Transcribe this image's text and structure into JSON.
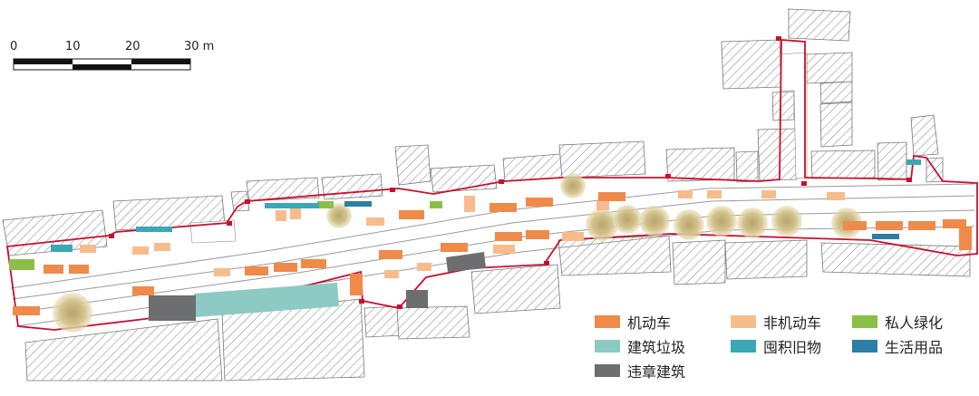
{
  "scale_bar": {
    "ticks": [
      "0",
      "10",
      "20",
      "30 m"
    ]
  },
  "legend": {
    "items": [
      {
        "key": "motor_vehicle",
        "label": "机动车",
        "color": "#ef8a4b"
      },
      {
        "key": "non_motor_vehicle",
        "label": "非机动车",
        "color": "#f7bc8c"
      },
      {
        "key": "private_greening",
        "label": "私人绿化",
        "color": "#8bbf47"
      },
      {
        "key": "construction_waste",
        "label": "建筑垃圾",
        "color": "#8ccac3"
      },
      {
        "key": "hoarded_items",
        "label": "囤积旧物",
        "color": "#3aa7b4"
      },
      {
        "key": "daily_items",
        "label": "生活用品",
        "color": "#2d7ea6"
      },
      {
        "key": "illegal_building",
        "label": "违章建筑",
        "color": "#6d6e70"
      }
    ]
  },
  "colors": {
    "boundary": "#c8102e",
    "building_hatch": "#8a8a8a",
    "street_line": "#9a9a9a",
    "tree_canopy": "#c9b77a"
  }
}
